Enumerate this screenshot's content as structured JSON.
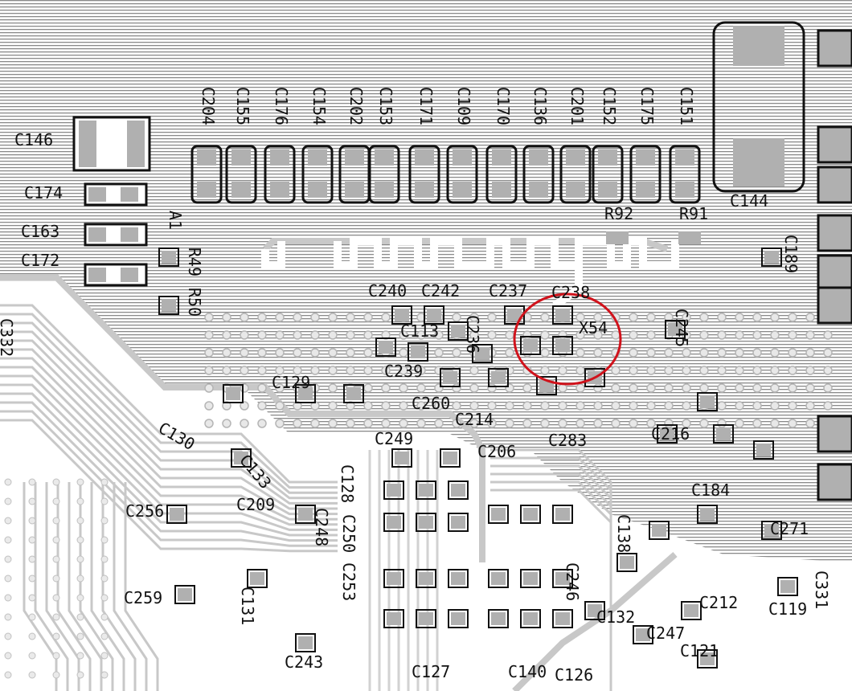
{
  "colors": {
    "background": "#ffffff",
    "hatch": "#8a8a8a",
    "trace": "#c8c8c8",
    "pad": "#b0b0b0",
    "outline": "#111111",
    "highlight": "#d0121b"
  },
  "top_row_caps": [
    "C204",
    "C155",
    "C176",
    "C154",
    "C202",
    "C153",
    "C171",
    "C109",
    "C170",
    "C136",
    "C201",
    "C152",
    "C175",
    "C151"
  ],
  "left_caps": [
    "C146",
    "C174",
    "C163",
    "C172"
  ],
  "resistors_top": [
    "R92",
    "R91"
  ],
  "misc_labels": {
    "c144": "C144",
    "a1": "A1",
    "r49": "R49",
    "r50": "R50",
    "c189": "C189",
    "c240": "C240",
    "c242": "C242",
    "c237": "C237",
    "c238": "C238",
    "c113": "C113",
    "c236": "C236",
    "x54": "X54",
    "c239": "C239",
    "c260": "C260",
    "c214": "C214",
    "c206": "C206",
    "c249": "C249",
    "c283": "C283",
    "c216": "C216",
    "c256": "C256",
    "c209": "C209",
    "c248": "C248",
    "c259": "C259",
    "c243": "C243",
    "c119": "C119",
    "c121": "C121",
    "c132": "C132",
    "c247": "C247",
    "c212": "C212",
    "c184": "C184",
    "c271": "C271",
    "c331": "C331",
    "c332": "C332",
    "c130": "C130",
    "c128": "C128",
    "c250": "C250",
    "c253": "C253",
    "c245": "C245",
    "c246": "C246",
    "c138": "C138",
    "c133": "C133",
    "c129": "C129",
    "c131": "C131",
    "c127": "C127",
    "c140": "C140",
    "c126": "C126"
  }
}
